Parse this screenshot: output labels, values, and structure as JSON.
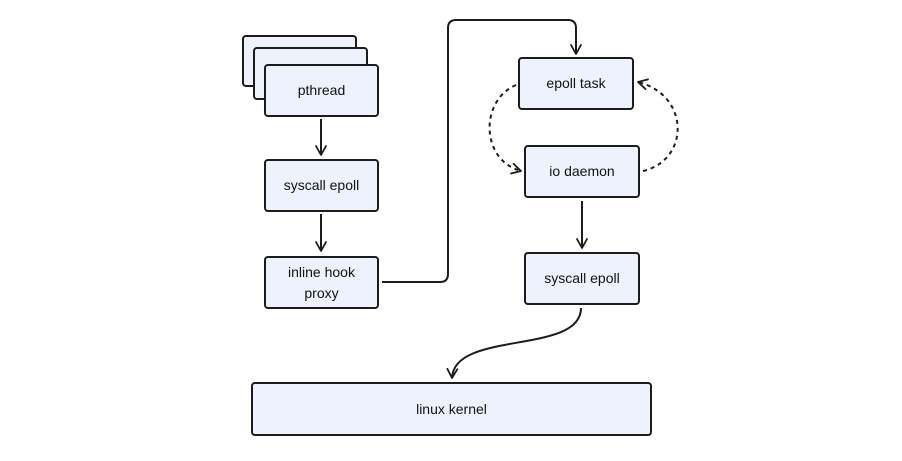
{
  "diagram": {
    "nodes": {
      "pthread": "pthread",
      "syscall_epoll_left": "syscall epoll",
      "inline_hook_proxy": "inline hook\nproxy",
      "epoll_task": "epoll task",
      "io_daemon": "io daemon",
      "syscall_epoll_right": "syscall epoll",
      "linux_kernel": "linux kernel"
    }
  }
}
